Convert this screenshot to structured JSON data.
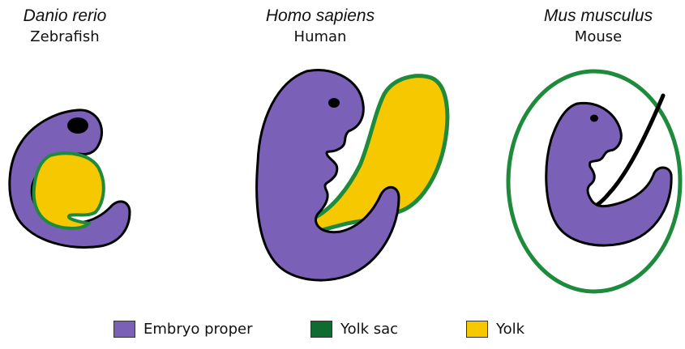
{
  "species": [
    {
      "latin": "Danio rerio",
      "common": "Zebrafish"
    },
    {
      "latin": "Homo sapiens",
      "common": "Human"
    },
    {
      "latin": "Mus musculus",
      "common": "Mouse"
    }
  ],
  "legend": [
    {
      "label": "Embryo proper",
      "color": "#7b60b8"
    },
    {
      "label": "Yolk sac",
      "color": "#0f6b2f"
    },
    {
      "label": "Yolk",
      "color": "#f5c800"
    }
  ],
  "colors": {
    "embryo": "#7b60b8",
    "yolk_sac": "#1e8a3c",
    "yolk": "#f5c800",
    "outline": "#000000"
  }
}
